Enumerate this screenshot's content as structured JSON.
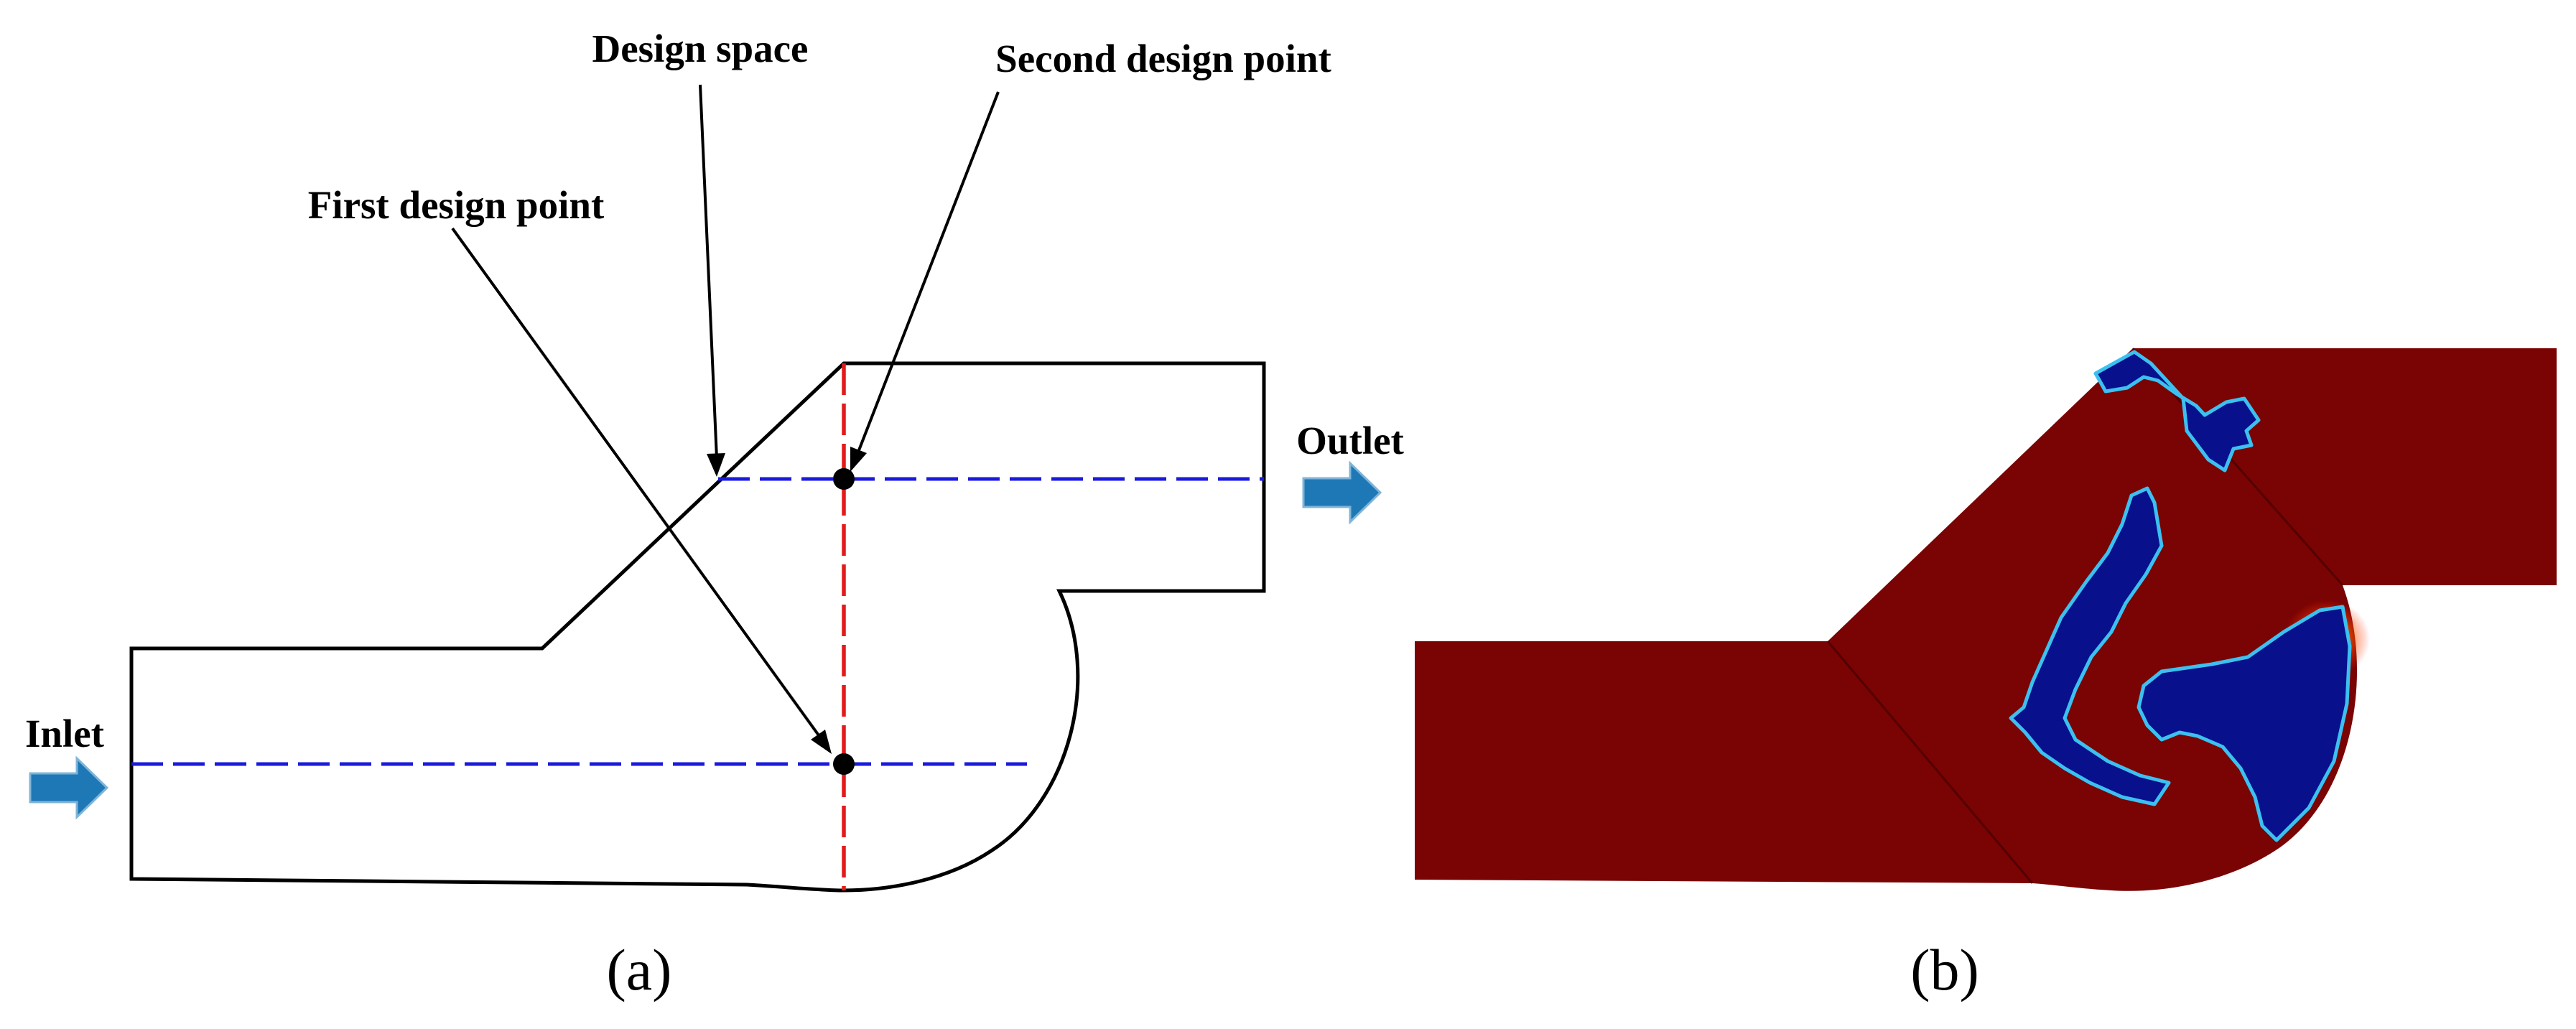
{
  "panel_a": {
    "labels": {
      "design_space": "Design space",
      "second_design_point": "Second design point",
      "first_design_point": "First design point",
      "outlet": "Outlet",
      "inlet": "Inlet"
    },
    "caption": "(a)",
    "colors": {
      "outline": "#000000",
      "horizontal_dashed": "#1a1adb",
      "vertical_dashed": "#e21b1b",
      "flow_arrow": "#1e78b6"
    },
    "icons": [
      "flow-arrow-icon",
      "design-point-marker"
    ]
  },
  "panel_b": {
    "caption": "(b)",
    "colors": {
      "fluid_region": "#7a0303",
      "solid_region": "#08108c",
      "interface": "#3cc0f0"
    }
  }
}
